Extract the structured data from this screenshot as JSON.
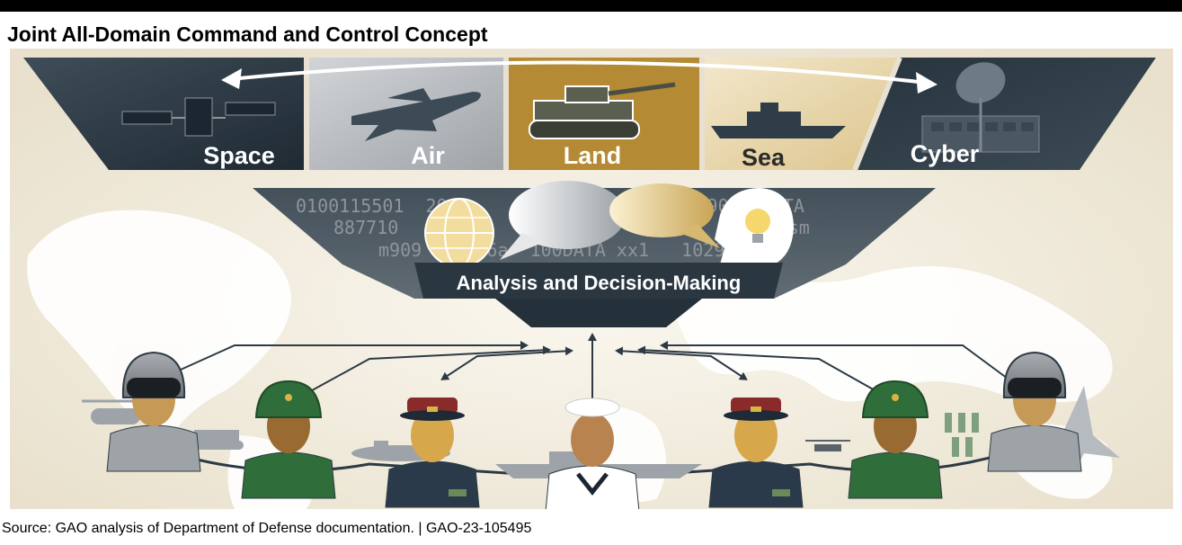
{
  "title": "Joint All-Domain Command and Control Concept",
  "domains": [
    {
      "label": "Space",
      "icon": "satellite-icon"
    },
    {
      "label": "Air",
      "icon": "aircraft-icon"
    },
    {
      "label": "Land",
      "icon": "tank-icon"
    },
    {
      "label": "Sea",
      "icon": "ship-icon"
    },
    {
      "label": "Cyber",
      "icon": "satellite-dish-icon"
    }
  ],
  "data_stream": [
    "0100115501  200                  30d  902  DATA",
    "887710   10          909th            90thsm",
    "m909    756a  100DATA xx1   10293"
  ],
  "center_label": "Analysis and Decision-Making",
  "personnel": [
    "pilot",
    "soldier",
    "officer",
    "sailor",
    "officer",
    "soldier",
    "pilot"
  ],
  "source": "Source: GAO analysis of Department of Defense documentation. | GAO-23-105495",
  "colors": {
    "space": "#2f3d48",
    "air": "#b4b8bc",
    "land": "#b48a34",
    "sea": "#e9d9b0",
    "cyber": "#2f3d48",
    "background": "#f1ece0"
  }
}
